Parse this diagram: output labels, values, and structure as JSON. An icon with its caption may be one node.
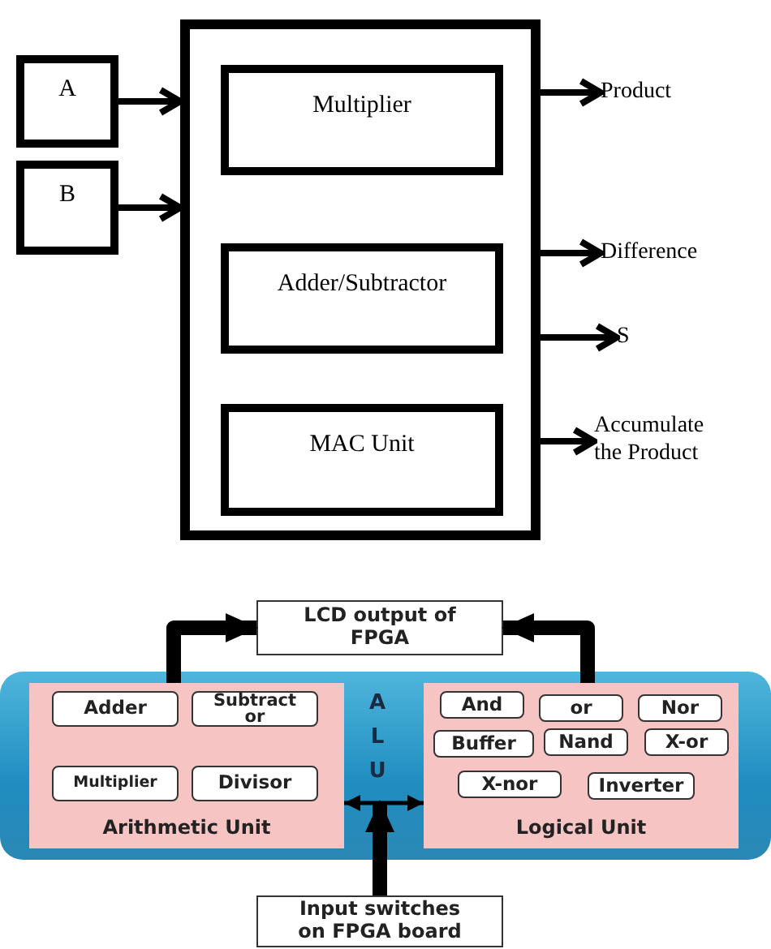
{
  "diagram": {
    "nodes": [
      {
        "text": [
          "A"
        ]
      },
      {
        "text": [
          "B"
        ]
      },
      {
        "text": [],
        "shape": "box"
      },
      {
        "text": [
          "Multiplier"
        ],
        "in": 2
      },
      {
        "text": [
          "Adder/Subtractor"
        ],
        "in": 2
      },
      {
        "text": [
          "MAC Unit"
        ],
        "in": 2
      },
      {
        "text": [
          "Product"
        ]
      },
      {
        "text": [
          "Difference"
        ]
      },
      {
        "text": [
          "S"
        ]
      },
      {
        "text": [
          "Accumulate the Product"
        ]
      },
      {
        "text": [
          "LCD output of FPGA"
        ]
      },
      {
        "text": [
          "ALU"
        ]
      },
      {
        "text": [
          "Arithmetic Unit"
        ],
        "in": 11
      },
      {
        "text": [
          "Adder"
        ],
        "in": 12
      },
      {
        "text": [
          "Subtract or"
        ],
        "in": 12
      },
      {
        "text": [
          "Multiplier"
        ],
        "in": 12
      },
      {
        "text": [
          "Divisor"
        ],
        "in": 12
      },
      {
        "text": [
          "Logical Unit"
        ],
        "in": 11
      },
      {
        "text": [
          "And"
        ],
        "in": 17
      },
      {
        "text": [
          "or"
        ],
        "in": 17
      },
      {
        "text": [
          "Nor"
        ],
        "in": 17
      },
      {
        "text": [
          "Buffer"
        ],
        "in": 17
      },
      {
        "text": [
          "Nand"
        ],
        "in": 17
      },
      {
        "text": [
          "X-or"
        ],
        "in": 17
      },
      {
        "text": [
          "X-nor"
        ],
        "in": 17
      },
      {
        "text": [
          "Inverter"
        ],
        "in": 17
      },
      {
        "text": [
          "Input switches on FPGA board"
        ]
      }
    ],
    "edges": [
      {
        "from": 0,
        "to": 2,
        "arrow": "to"
      },
      {
        "from": 1,
        "to": 2,
        "arrow": "to"
      },
      {
        "from": 2,
        "to": 6,
        "arrow": "to"
      },
      {
        "from": 2,
        "to": 7,
        "arrow": "to"
      },
      {
        "from": 2,
        "to": 8,
        "arrow": "to"
      },
      {
        "from": 2,
        "to": 9,
        "arrow": "to"
      },
      {
        "from": 12,
        "to": 10,
        "arrow": "to",
        "style": "thick"
      },
      {
        "from": 17,
        "to": 10,
        "arrow": "to",
        "style": "thick"
      },
      {
        "from": 26,
        "to": 11,
        "arrow": "to",
        "style": "thick"
      },
      {
        "from": 12,
        "to": 17,
        "arrow": "both"
      }
    ]
  }
}
